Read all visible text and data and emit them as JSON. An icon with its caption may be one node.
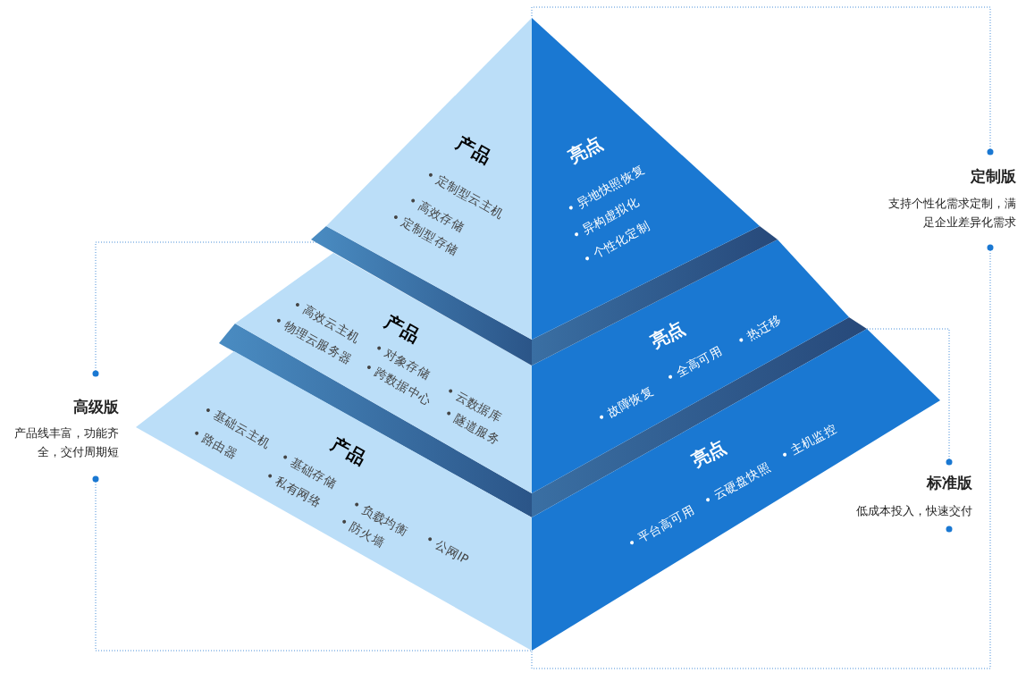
{
  "diagram": {
    "nodes": [
      {
        "text": [
          "产品",
          "• 定制型云主机",
          "• 高效存储",
          "• 定制型存储"
        ]
      },
      {
        "text": [
          "亮点",
          "• 异地快照恢复",
          "• 异构虚拟化",
          "• 个性化定制"
        ]
      },
      {
        "text": [
          "产品",
          "• 高效云主机",
          "• 物理云服务器",
          "• 对象存储",
          "• 跨数据中心",
          "• 云数据库",
          "• 隧道服务"
        ]
      },
      {
        "text": [
          "亮点",
          "• 热迁移",
          "• 全高可用",
          "• 故障恢复"
        ]
      },
      {
        "text": [
          "产品",
          "• 基础云主机",
          "• 路由器",
          "• 基础存储",
          "• 私有网络",
          "• 负载均衡",
          "• 防火墙",
          "• 公网IP"
        ]
      },
      {
        "text": [
          "亮点",
          "• 主机监控",
          "• 云硬盘快照",
          "• 平台高可用"
        ]
      }
    ],
    "labels": [
      "定制版",
      "支持个性化需求定制，满足企业差异化需求",
      "高级版",
      "产品线丰富，功能齐全，交付周期短",
      "标准版",
      "低成本投入，快速交付"
    ]
  }
}
